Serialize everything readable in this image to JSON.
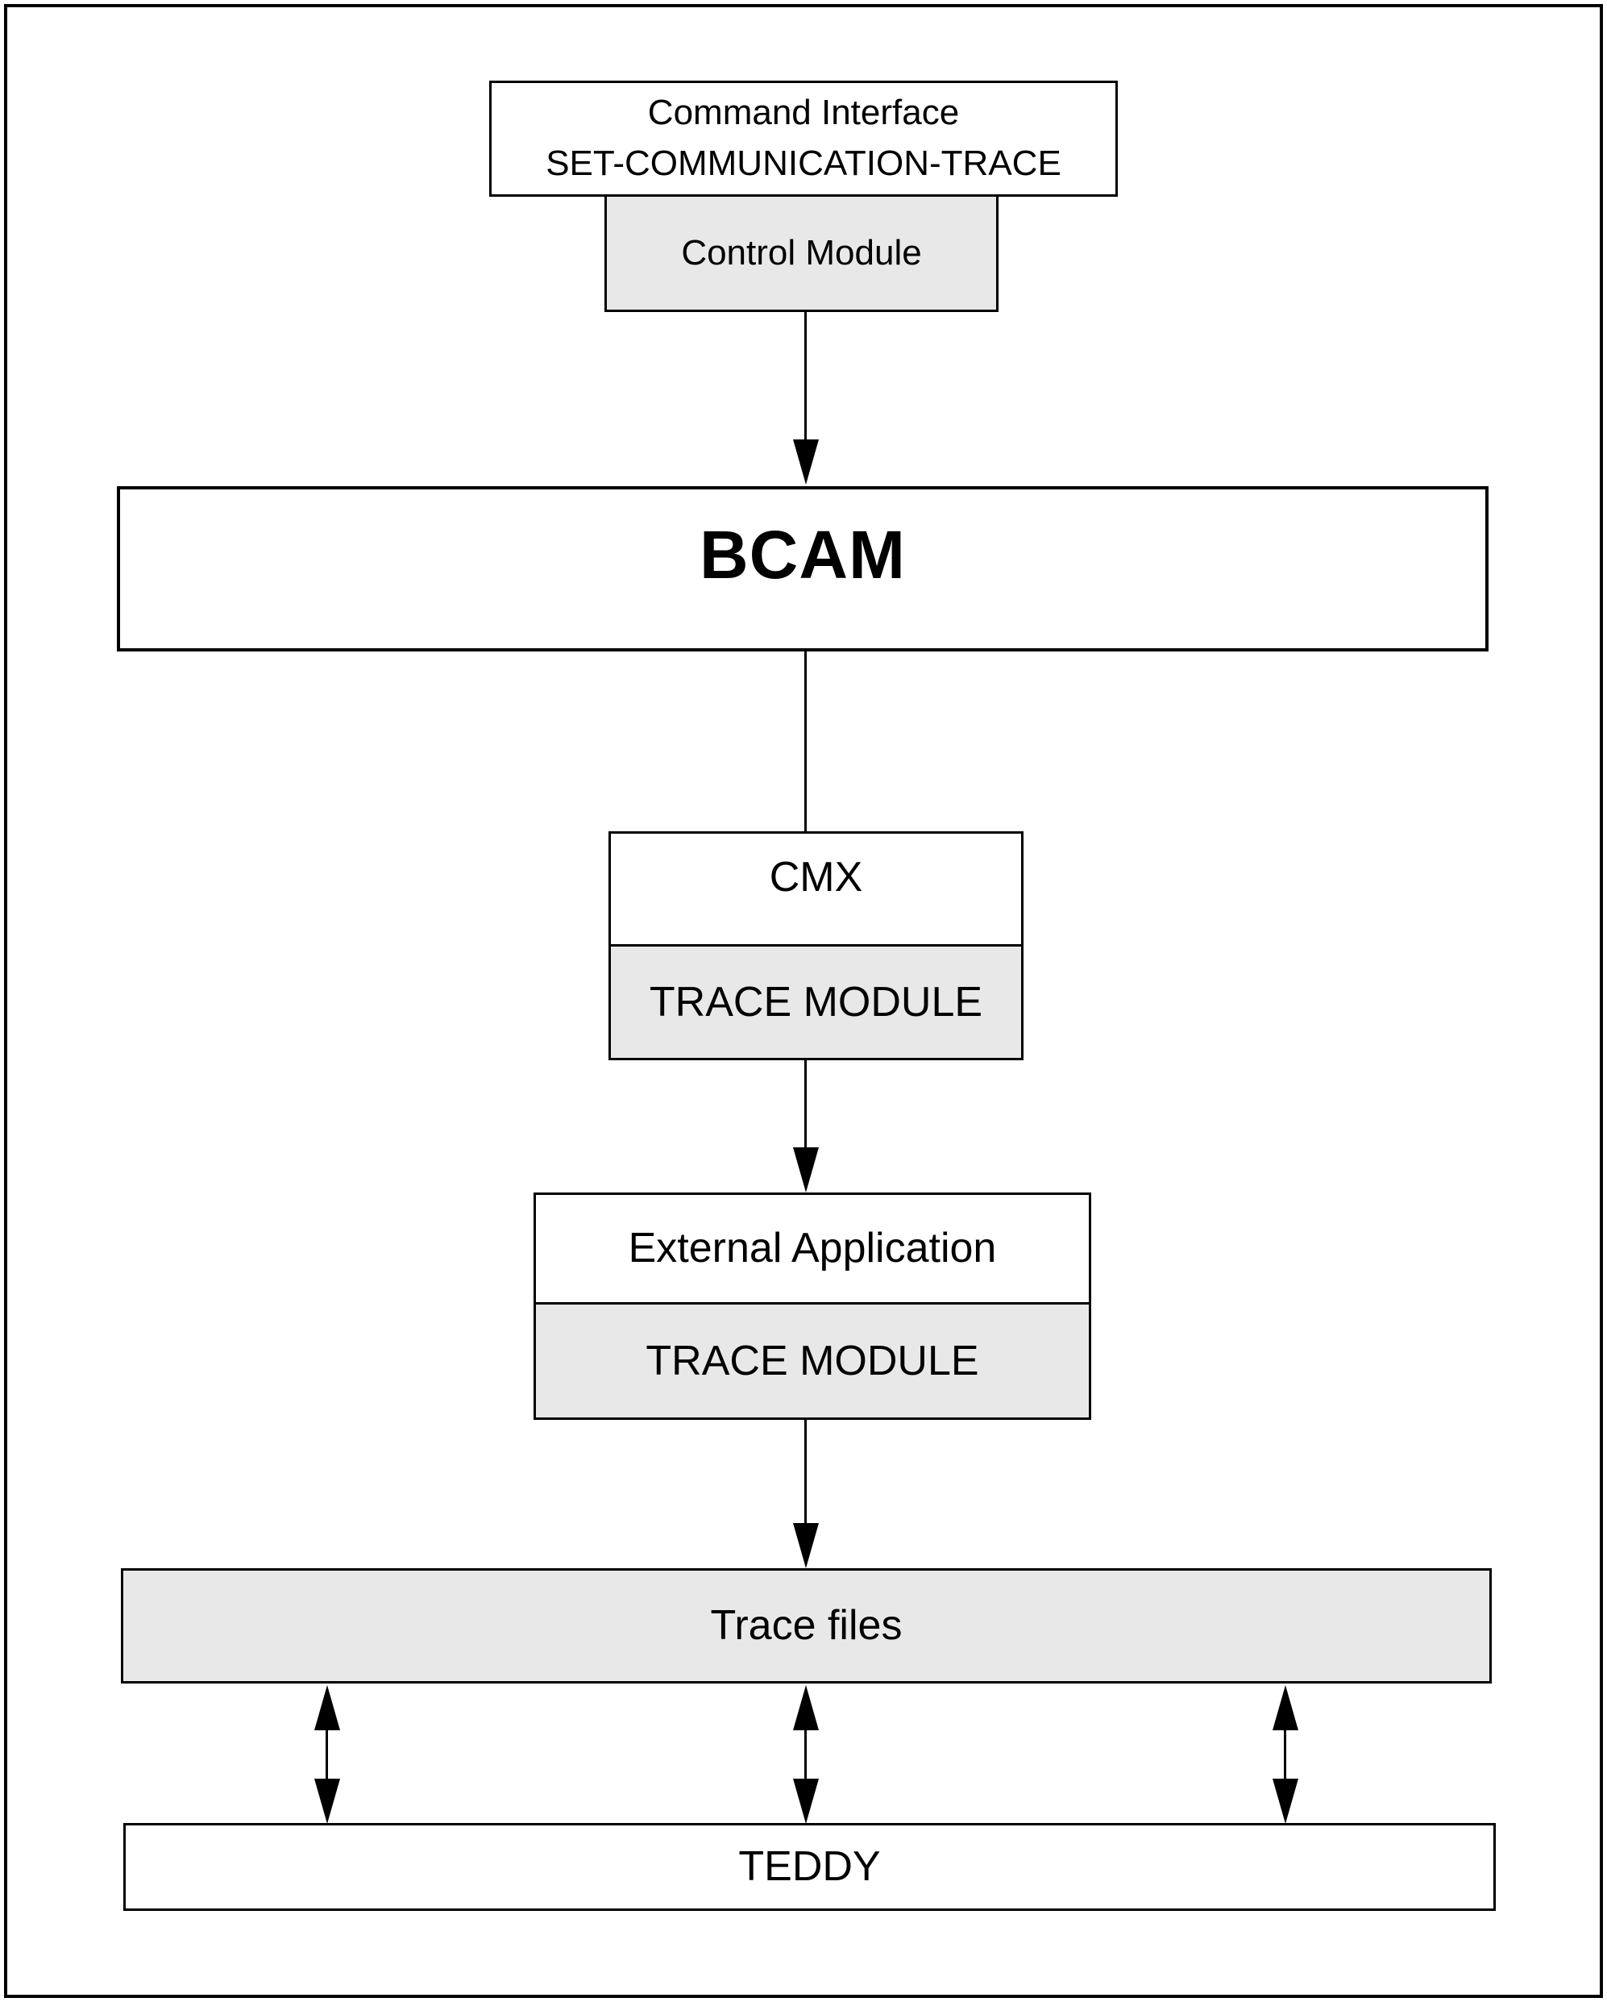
{
  "diagram": {
    "title_semantic": "SET-COMMUNICATION-TRACE architecture diagram",
    "colors": {
      "background": "#ffffff",
      "module_fill": "#e8e8e8",
      "line_and_border": "#000000"
    },
    "command_interface": {
      "line1": "Command Interface",
      "line2": "SET-COMMUNICATION-TRACE"
    },
    "control_module": {
      "label": "Control Module"
    },
    "bcam": {
      "label": "BCAM"
    },
    "cmx": {
      "label": "CMX",
      "trace_module_label": "TRACE MODULE"
    },
    "external_application": {
      "label": "External Application",
      "trace_module_label": "TRACE MODULE"
    },
    "trace_files": {
      "label": "Trace files"
    },
    "teddy": {
      "label": "TEDDY"
    }
  }
}
